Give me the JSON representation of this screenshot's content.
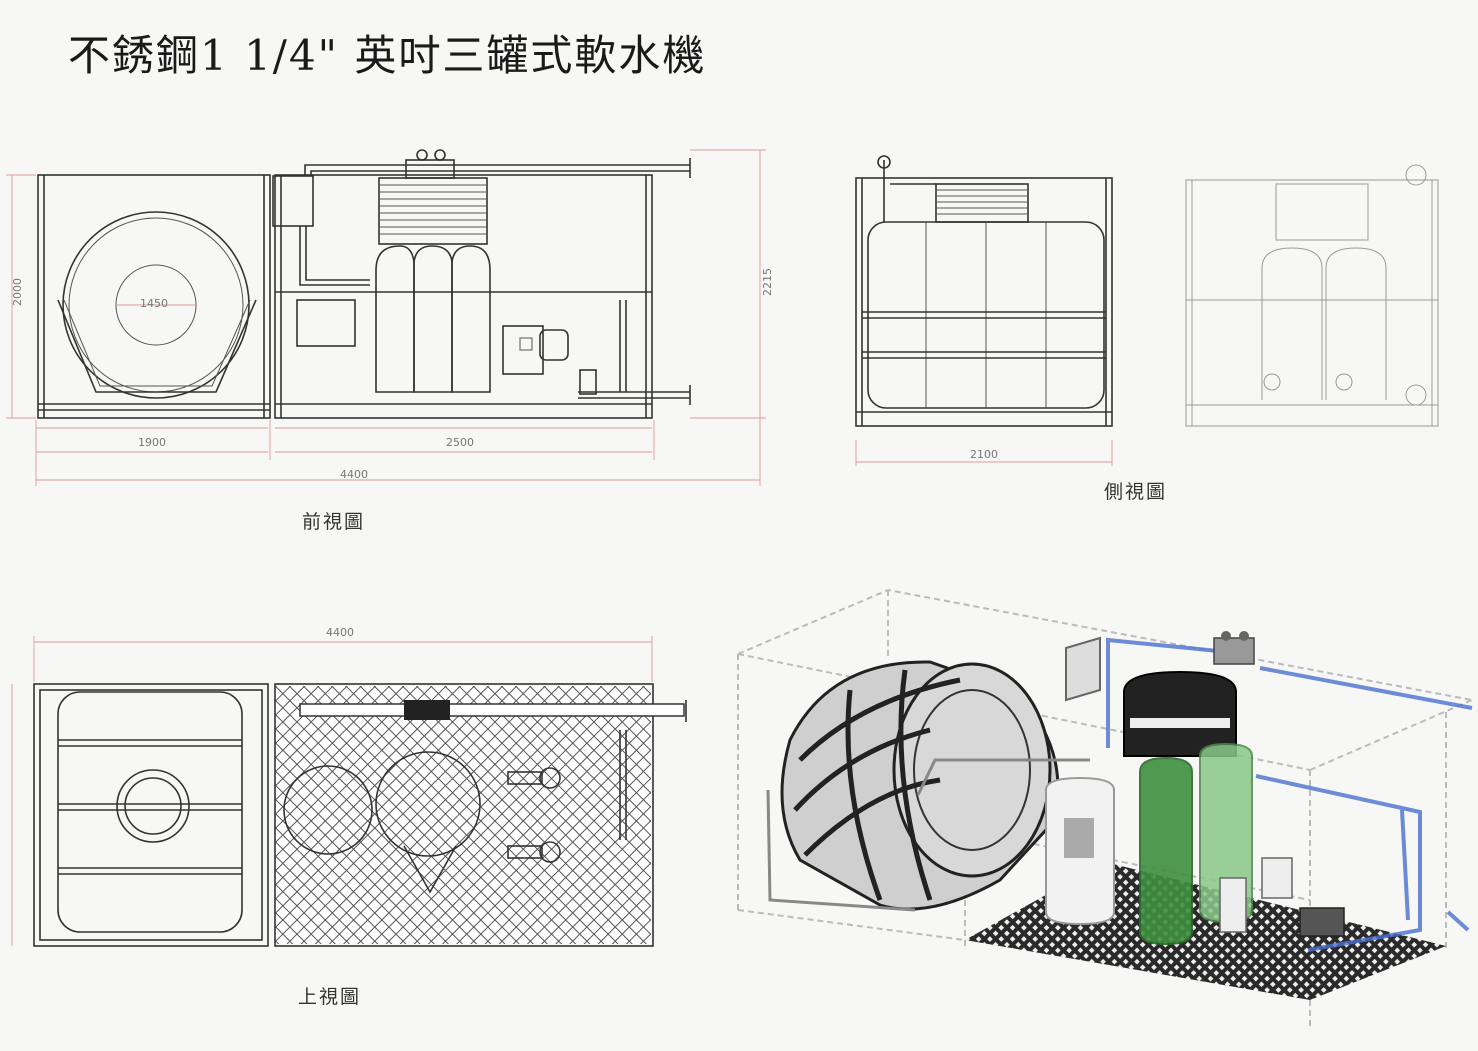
{
  "title": "不銹鋼1  1/4\" 英吋三罐式軟水機",
  "views": {
    "front": {
      "caption": "前視圖",
      "dims": {
        "tank_diameter": "1450",
        "left_width": "1900",
        "right_width": "2500",
        "total_width": "4400",
        "height_left": "2000",
        "height_right": "2215"
      }
    },
    "side": {
      "caption": "側視圖",
      "dims": {
        "width": "2100"
      }
    },
    "top": {
      "caption": "上視圖",
      "dims": {
        "total_width": "4400"
      }
    },
    "iso": {}
  },
  "colors": {
    "ink": "#333333",
    "dimension": "#d99999",
    "resin_tank": "#3f8f3f",
    "pipe": "#4a6fd0",
    "frame": "#bbbbbb"
  }
}
